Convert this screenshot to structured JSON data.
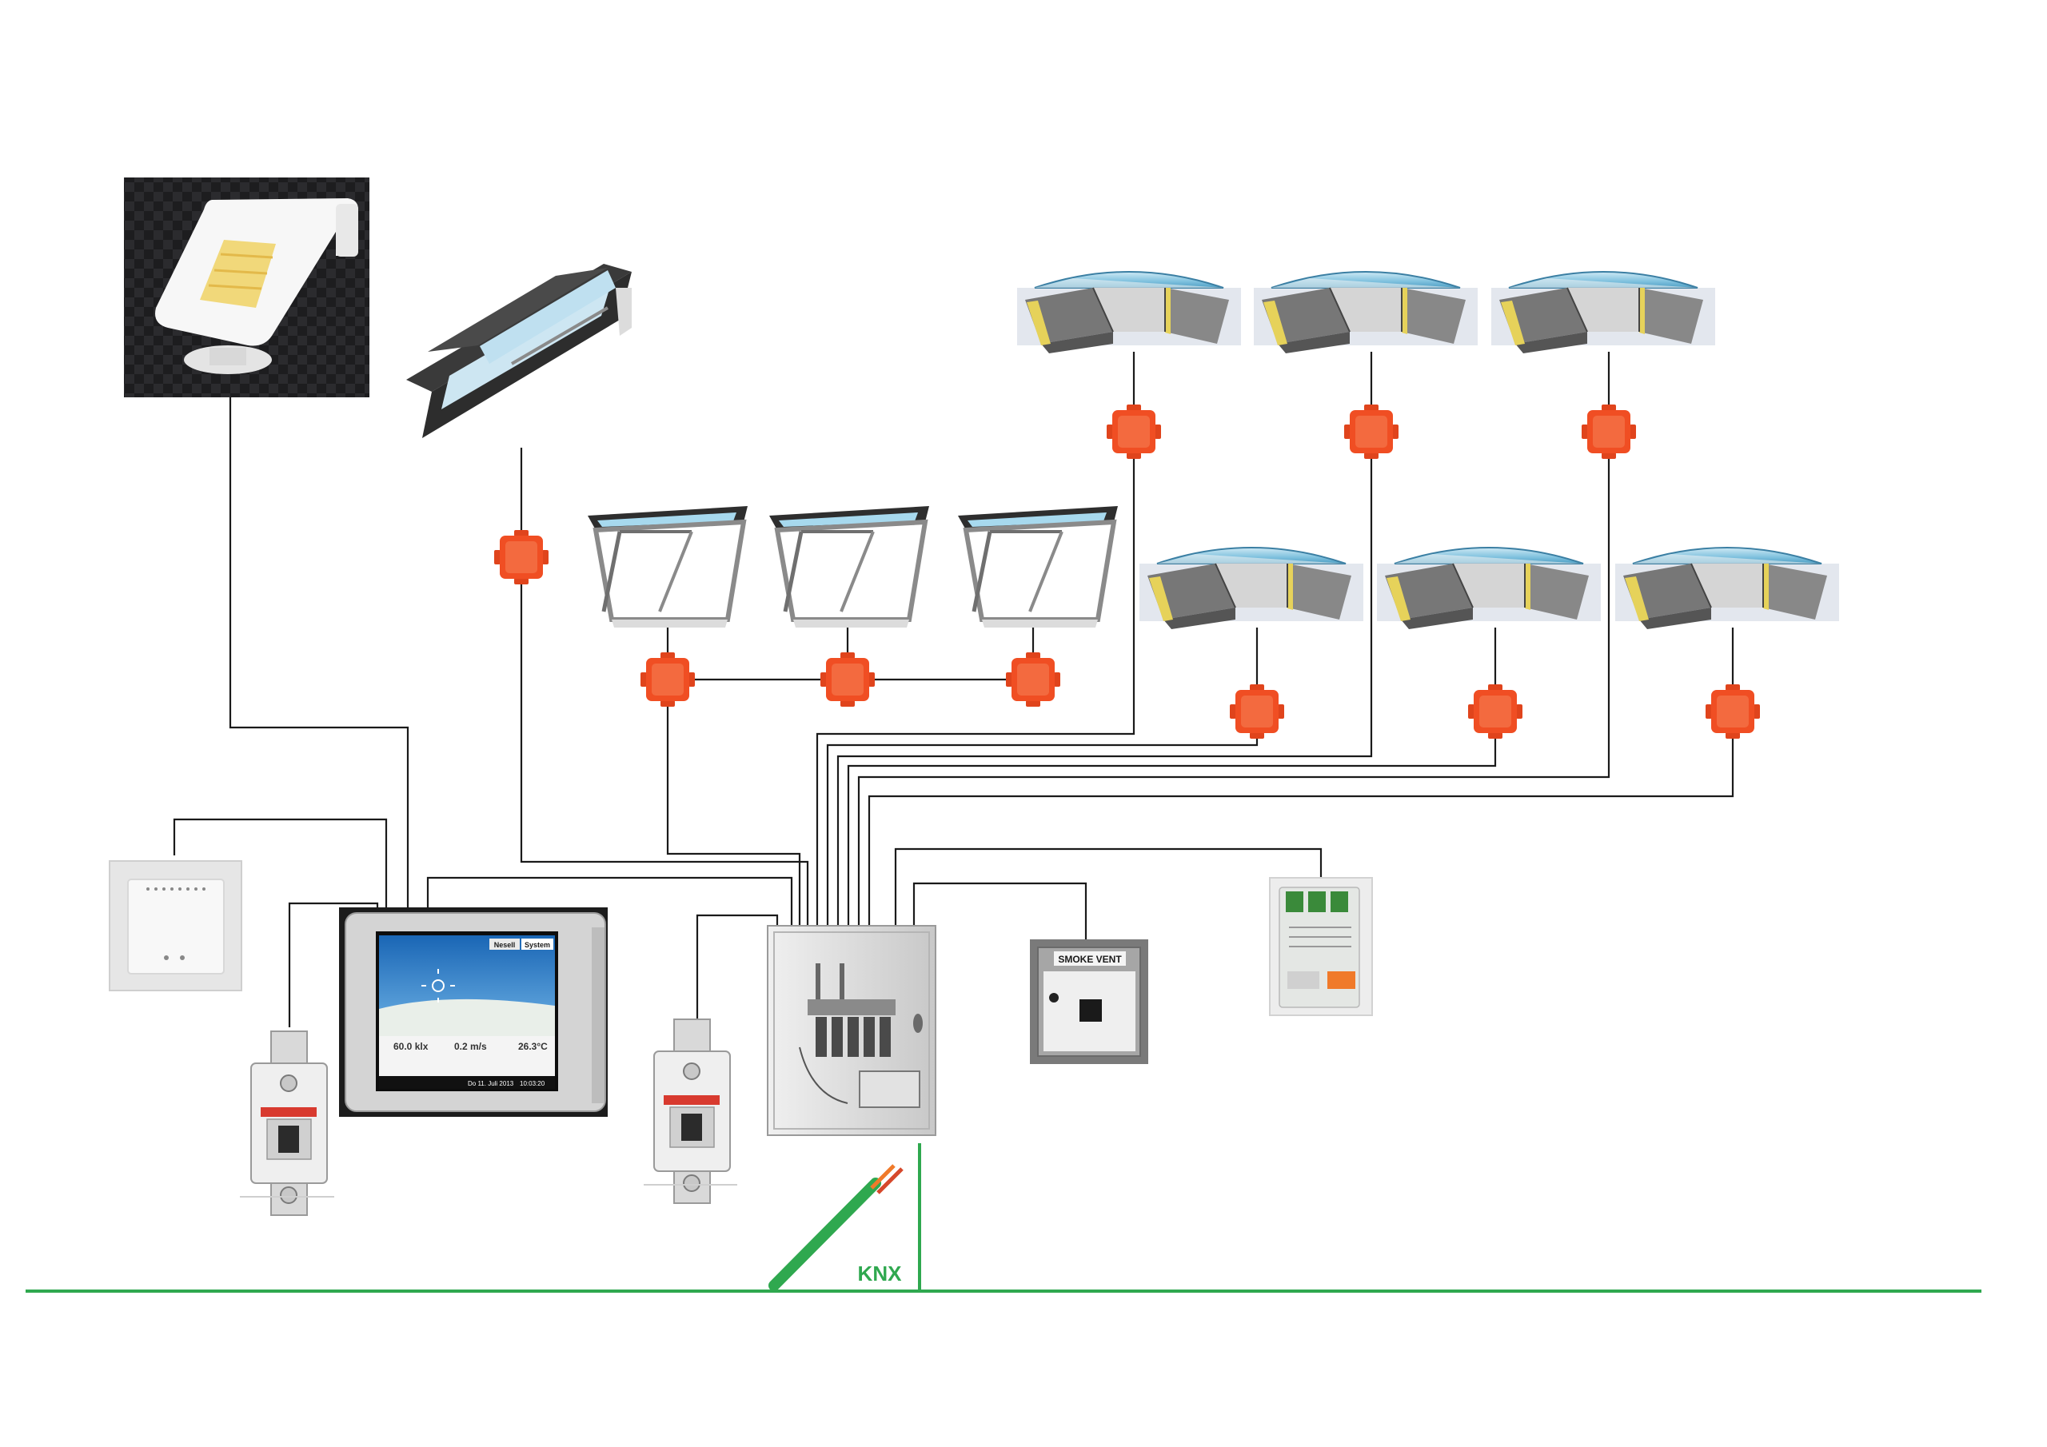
{
  "labels": {
    "smoke_vent": "SMOKE VENT",
    "knx": "KNX",
    "display_tab_1": "Nesell",
    "display_tab_2": "System",
    "display_lux": "60.0 klx",
    "display_wind": "0.2 m/s",
    "display_temp": "26.3°C",
    "display_date": "Do 11. Juli 2013",
    "display_time": "10:03:20"
  },
  "colors": {
    "bus_line": "#2fa84f",
    "junction_box": "#f04e23",
    "wire": "#1a1a1a",
    "glass": "#9fd4ea"
  },
  "icons": {
    "weather_sensor": "weather-station-icon",
    "roof_window": "roof-window-icon",
    "flat_roof_window": "flat-roof-window-icon",
    "dome_skylight": "dome-skylight-icon",
    "junction_box": "junction-box-icon",
    "room_sensor": "room-sensor-icon",
    "circuit_breaker": "circuit-breaker-icon",
    "touch_display": "touch-display-icon",
    "control_panel": "control-cabinet-icon",
    "smoke_vent_button": "smoke-vent-button-icon",
    "knx_module": "knx-module-icon",
    "knx_cable": "knx-cable-icon"
  }
}
